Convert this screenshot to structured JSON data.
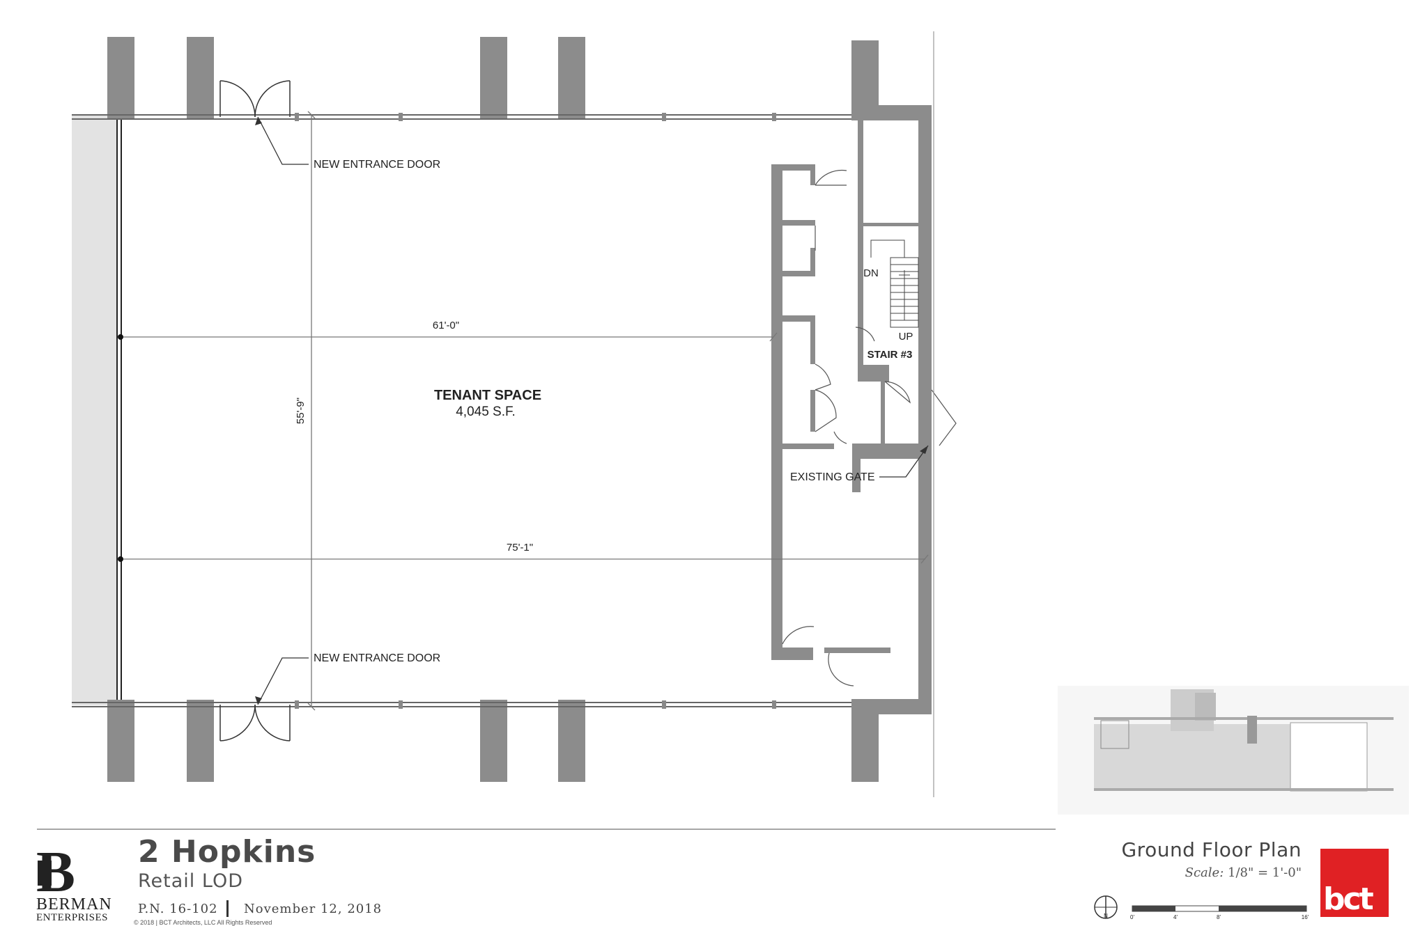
{
  "plan": {
    "room_name": "TENANT SPACE",
    "room_area": "4,045 S.F.",
    "dim_width_upper": "61'-0\"",
    "dim_width_lower": "75'-1\"",
    "dim_depth": "55'-9\"",
    "callout_top_door": "NEW ENTRANCE DOOR",
    "callout_bottom_door": "NEW ENTRANCE DOOR",
    "callout_gate": "EXISTING GATE",
    "stair_name": "STAIR #3",
    "stair_dn": "DN",
    "stair_up": "UP"
  },
  "title_block": {
    "company_line1": "BERMAN",
    "company_line2": "ENTERPRISES",
    "project_name": "2 Hopkins",
    "project_subtitle": "Retail LOD",
    "project_number": "P.N. 16-102",
    "date": "November 12, 2018",
    "copyright": "© 2018 | BCT Architects, LLC All Rights Reserved",
    "sheet_title": "Ground Floor Plan",
    "scale_label": "Scale:",
    "scale_value": "1/8\" = 1'-0\"",
    "scale_ticks": [
      "0'",
      "4'",
      "8'",
      "16'"
    ],
    "north_label": "N",
    "brand": "bct",
    "brand_color": "#e02124",
    "wall_color": "#8c8c8c"
  }
}
